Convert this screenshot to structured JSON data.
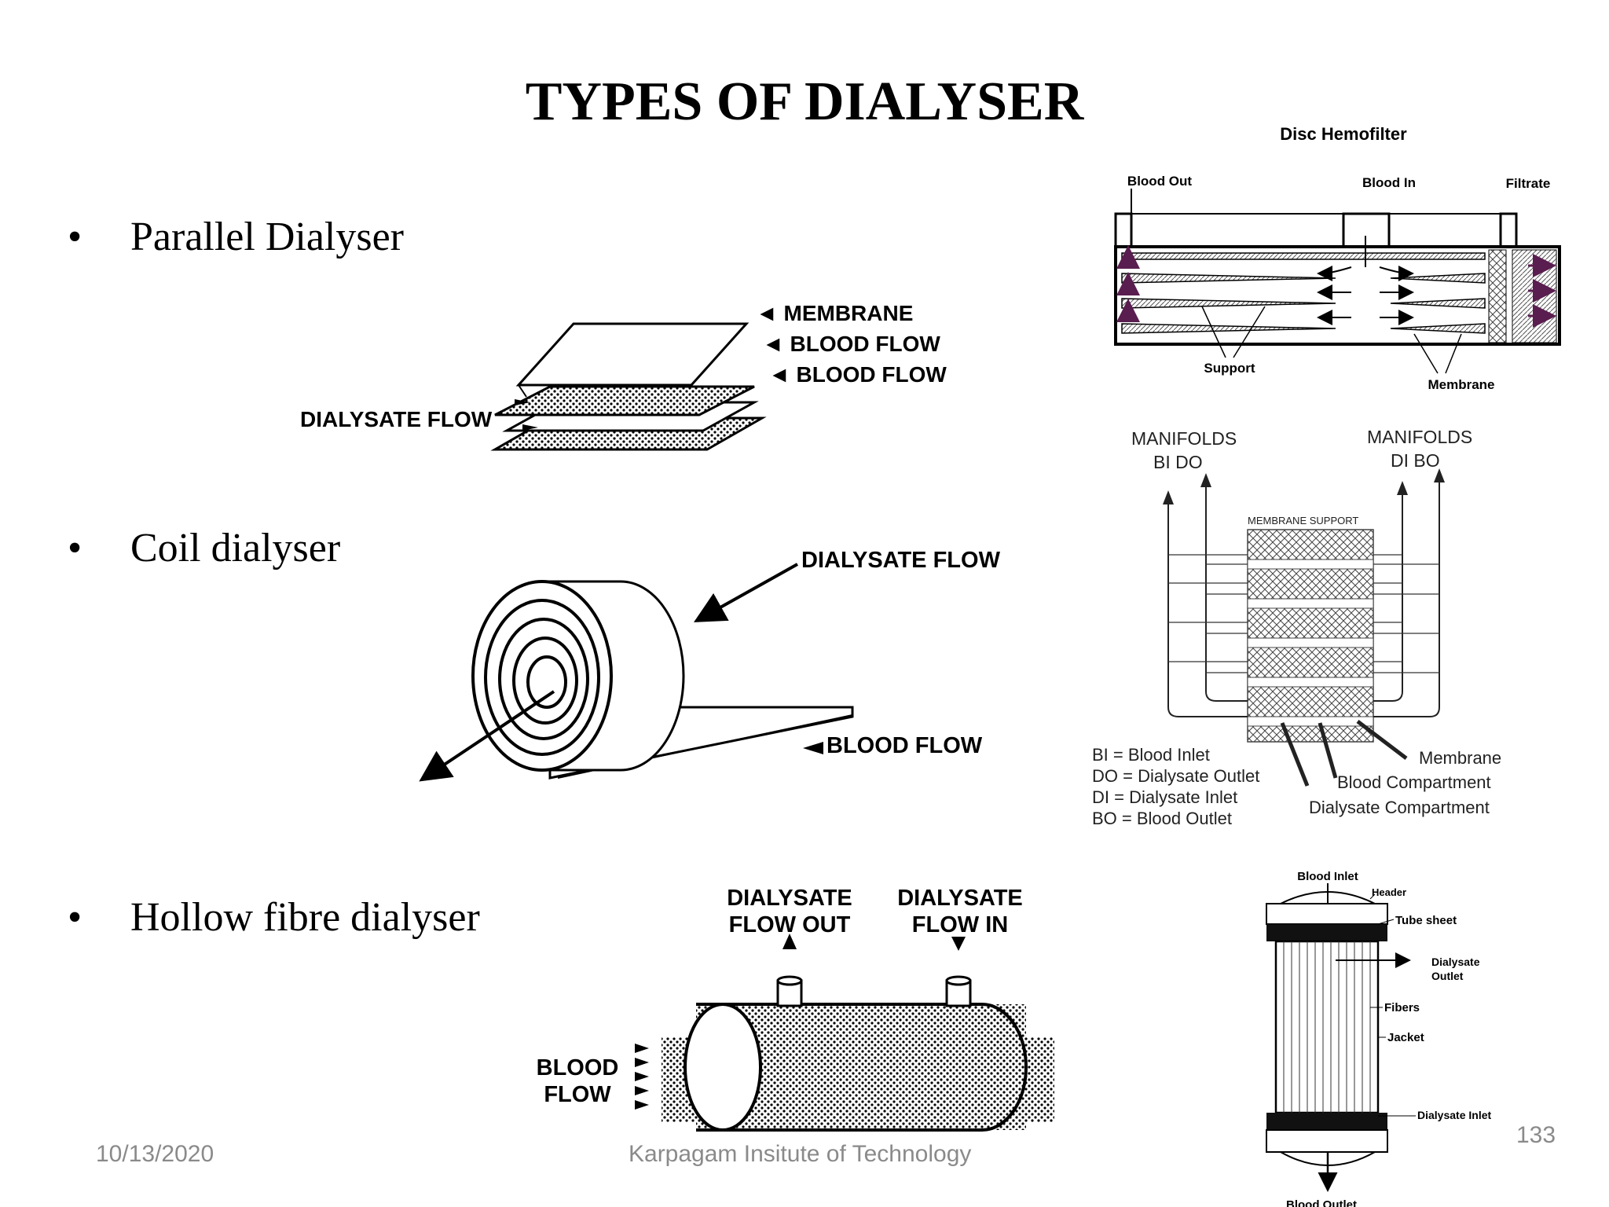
{
  "title": "TYPES OF DIALYSER",
  "bullets": [
    {
      "marker": "•",
      "text": "Parallel Dialyser"
    },
    {
      "marker": "•",
      "text": "Coil dialyser"
    },
    {
      "marker": "•",
      "text": "Hollow fibre dialyser"
    }
  ],
  "parallel_diagram": {
    "membrane": "◄ MEMBRANE",
    "blood_flow_1": "◄ BLOOD FLOW",
    "blood_flow_2": "◄ BLOOD FLOW",
    "dialysate_flow": "DIALYSATE FLOW"
  },
  "coil_diagram": {
    "dialysate_flow": "DIALYSATE FLOW",
    "blood_flow": "BLOOD FLOW"
  },
  "hollow_diagram": {
    "dialysate_out_1": "DIALYSATE",
    "dialysate_out_2": "FLOW OUT",
    "dialysate_in_1": "DIALYSATE",
    "dialysate_in_2": "FLOW IN",
    "blood_1": "BLOOD",
    "blood_2": "FLOW"
  },
  "disc_hemofilter": {
    "title": "Disc Hemofilter",
    "blood_out": "Blood Out",
    "blood_in": "Blood In",
    "filtrate": "Filtrate",
    "support": "Support",
    "membrane": "Membrane"
  },
  "manifold_diagram": {
    "manifolds_left": "MANIFOLDS",
    "bi_do": "BI   DO",
    "manifolds_right": "MANIFOLDS",
    "di_bo": "DI   BO",
    "membrane_support": "MEMBRANE SUPPORT",
    "legend_bi": "BI = Blood  Inlet",
    "legend_do": "DO = Dialysate Outlet",
    "legend_di": "DI = Dialysate Inlet",
    "legend_bo": "BO = Blood Outlet",
    "membrane": "Membrane",
    "blood_compartment": "Blood Compartment",
    "dialysate_compartment": "Dialysate Compartment"
  },
  "fiber_diagram": {
    "blood_inlet": "Blood Inlet",
    "header": "Header",
    "tube_sheet": "Tube sheet",
    "dialysate_outlet_1": "Dialysate",
    "dialysate_outlet_2": "Outlet",
    "fibers": "Fibers",
    "jacket": "Jacket",
    "dialysate_inlet": "Dialysate Inlet",
    "blood_outlet": "Blood Outlet"
  },
  "footer": {
    "date": "10/13/2020",
    "organization": "Karpagam Insitute of Technology",
    "page_number": "133"
  }
}
